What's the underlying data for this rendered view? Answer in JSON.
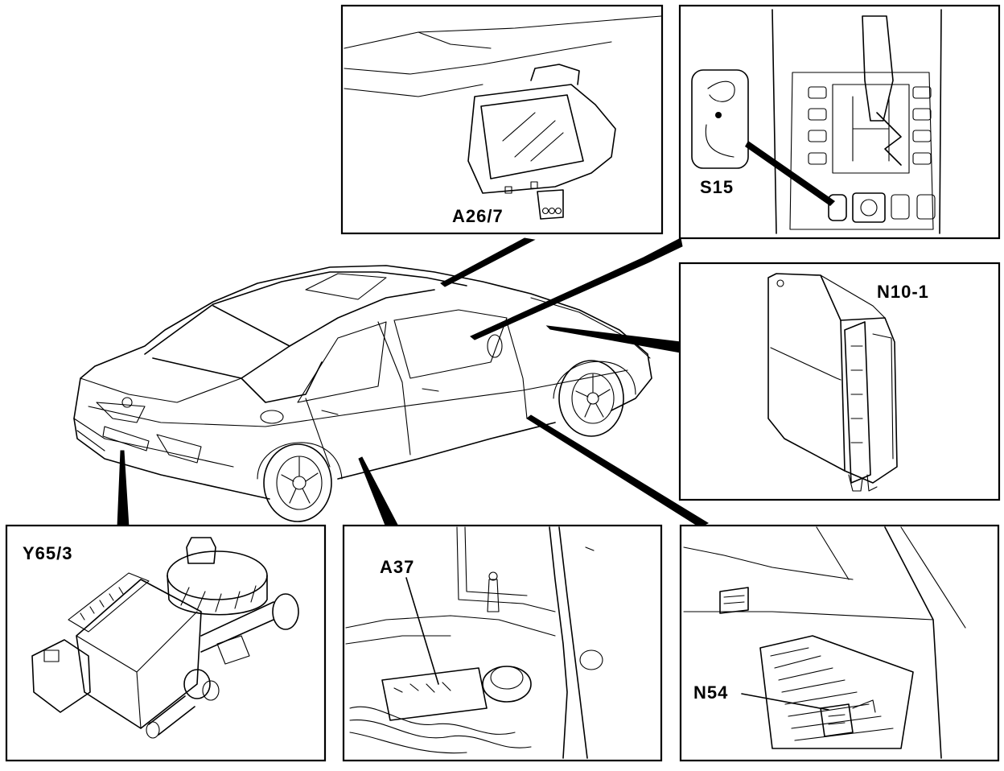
{
  "components": [
    {
      "key": "rearview_mirror",
      "label": "A26/7"
    },
    {
      "key": "switch",
      "label": "S15"
    },
    {
      "key": "control_module",
      "label": "N10-1"
    },
    {
      "key": "valve",
      "label": "Y65/3"
    },
    {
      "key": "module_a37",
      "label": "A37"
    },
    {
      "key": "module_n54",
      "label": "N54"
    }
  ]
}
